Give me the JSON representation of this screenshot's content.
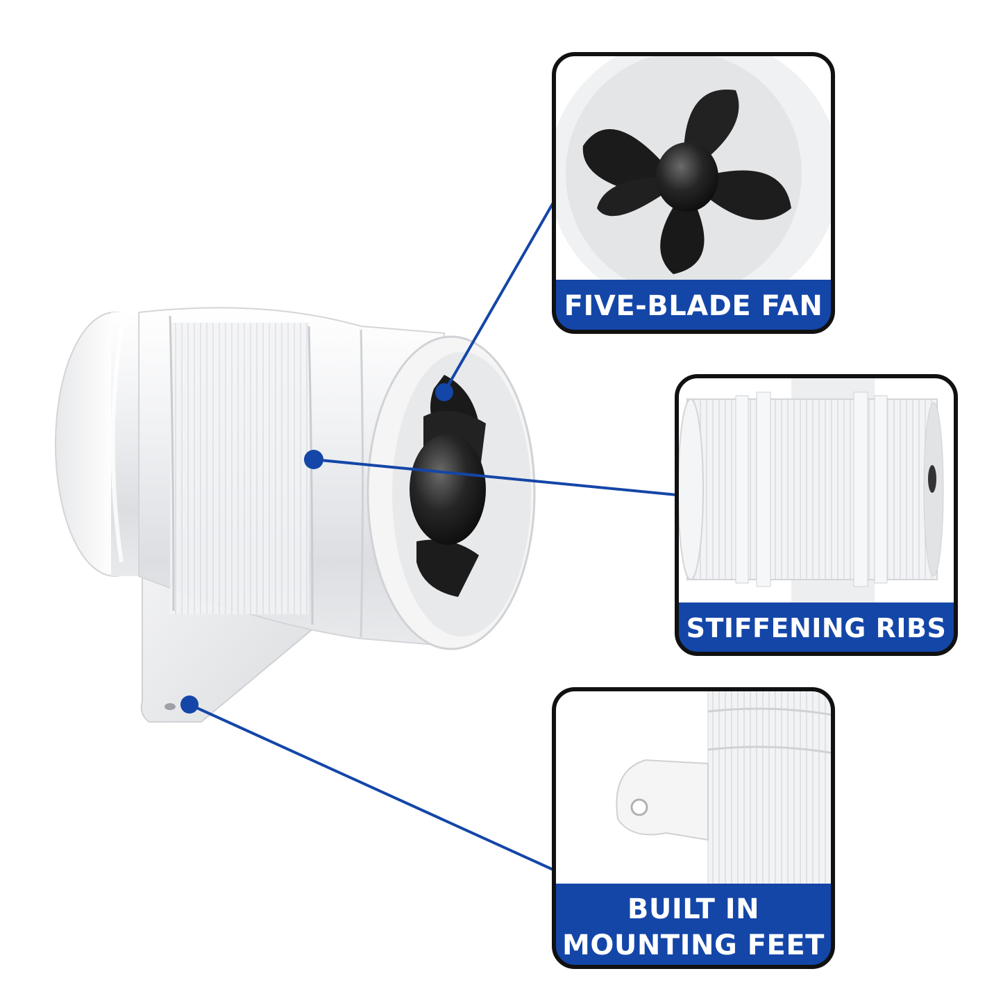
{
  "colors": {
    "accent_blue": "#1446a8",
    "frame_black": "#111111",
    "product_white": "#f3f4f6",
    "fan_black": "#1a1a1a"
  },
  "product": {
    "name": "inline-blower-fan",
    "icon": "inline-blower-icon"
  },
  "callouts": [
    {
      "id": "five-blade-fan",
      "label_lines": [
        "FIVE-BLADE FAN"
      ],
      "icon": "fan-blades-icon"
    },
    {
      "id": "stiffening-ribs",
      "label_lines": [
        "STIFFENING RIBS"
      ],
      "icon": "ribbed-housing-icon"
    },
    {
      "id": "built-in-mounting-feet",
      "label_lines": [
        "BUILT IN",
        "MOUNTING FEET"
      ],
      "icon": "mounting-foot-icon"
    }
  ]
}
